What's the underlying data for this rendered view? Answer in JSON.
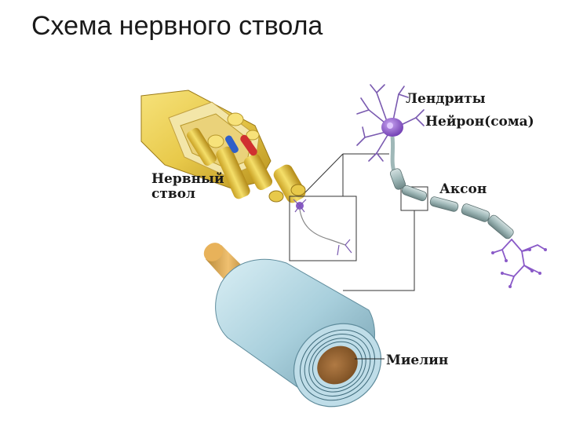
{
  "slide": {
    "title": "Схема нервного ствола"
  },
  "labels": {
    "dendrites": "Лендриты",
    "neuron_soma": "Нейрон(сома)",
    "axon": "Аксон",
    "nerve_trunk_line1": "Нервный",
    "nerve_trunk_line2": "ствол",
    "myelin": "Миелин"
  },
  "colors": {
    "nerve_yellow": "#e8c94a",
    "neuron_purple": "#8a5ac8",
    "axon_teal": "#9fb8b8",
    "myelin_blue": "#9cc6d6",
    "core_brown": "#9a6a3a",
    "vessel_red": "#d03030",
    "vessel_blue": "#2f5fc8"
  }
}
